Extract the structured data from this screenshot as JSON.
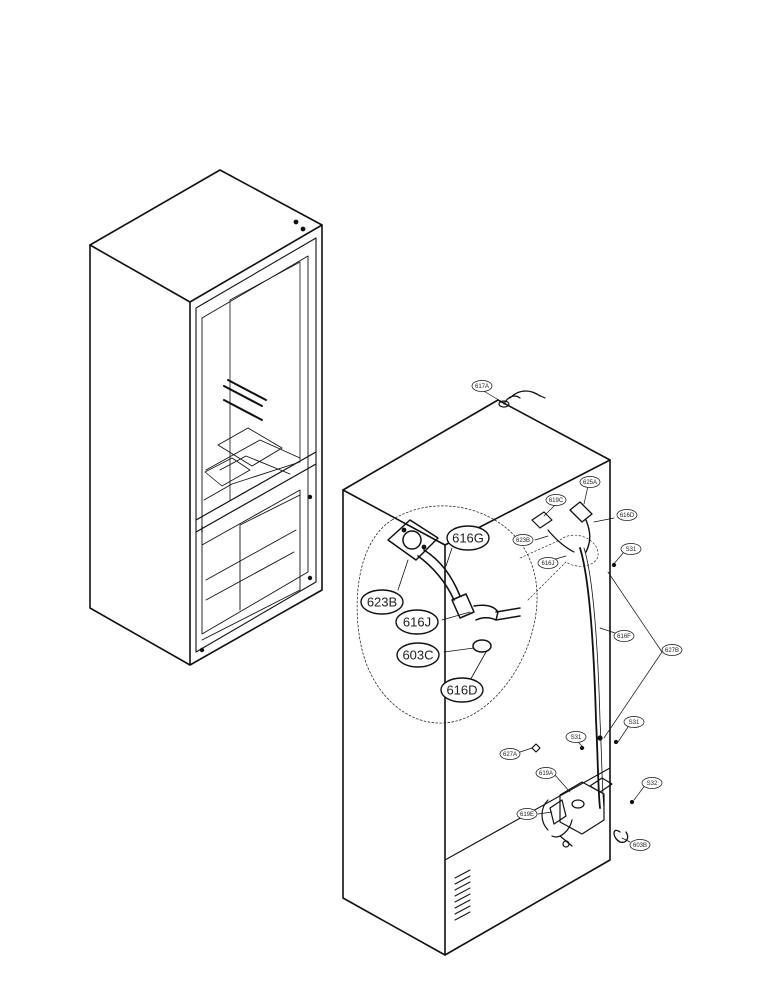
{
  "diagram": {
    "callouts": [
      {
        "id": "c-617A",
        "label": "617A"
      },
      {
        "id": "c-625A",
        "label": "625A"
      },
      {
        "id": "c-619C",
        "label": "619C"
      },
      {
        "id": "c-616D-s",
        "label": "616D"
      },
      {
        "id": "c-623B-s",
        "label": "623B"
      },
      {
        "id": "c-616J-s",
        "label": "616J"
      },
      {
        "id": "c-S31-a",
        "label": "S31"
      },
      {
        "id": "c-616F",
        "label": "616F"
      },
      {
        "id": "c-627B",
        "label": "627B"
      },
      {
        "id": "c-S31-b",
        "label": "S31"
      },
      {
        "id": "c-S31-c",
        "label": "S31"
      },
      {
        "id": "c-627A",
        "label": "627A"
      },
      {
        "id": "c-619A",
        "label": "619A"
      },
      {
        "id": "c-S32",
        "label": "S32"
      },
      {
        "id": "c-619E",
        "label": "619E"
      },
      {
        "id": "c-603B",
        "label": "603B"
      },
      {
        "id": "c-616G",
        "label": "616G"
      },
      {
        "id": "c-623B-b",
        "label": "623B"
      },
      {
        "id": "c-616J-b",
        "label": "616J"
      },
      {
        "id": "c-603C",
        "label": "603C"
      },
      {
        "id": "c-616D-b",
        "label": "616D"
      }
    ]
  }
}
